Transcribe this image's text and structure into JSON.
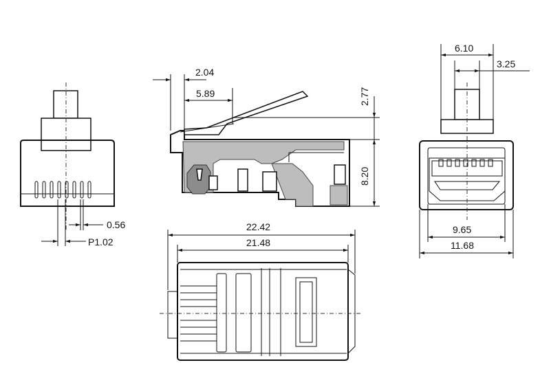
{
  "dimensions": {
    "front_lead_thickness": "0.56",
    "front_pitch": "P1.02",
    "side_tip_offset": "2.04",
    "side_latch_offset": "5.89",
    "side_latch_height": "2.77",
    "side_body_height": "8.20",
    "bottom_overall_length": "22.42",
    "bottom_body_length": "21.48",
    "rear_latch_width": "6.10",
    "rear_latch_inner": "3.25",
    "rear_inner_width": "9.65",
    "rear_outer_width": "11.68"
  },
  "colors": {
    "line": "#111111",
    "body_fill": "#bdbdbd",
    "dark_fill": "#8c8c8c",
    "background": "#ffffff"
  }
}
